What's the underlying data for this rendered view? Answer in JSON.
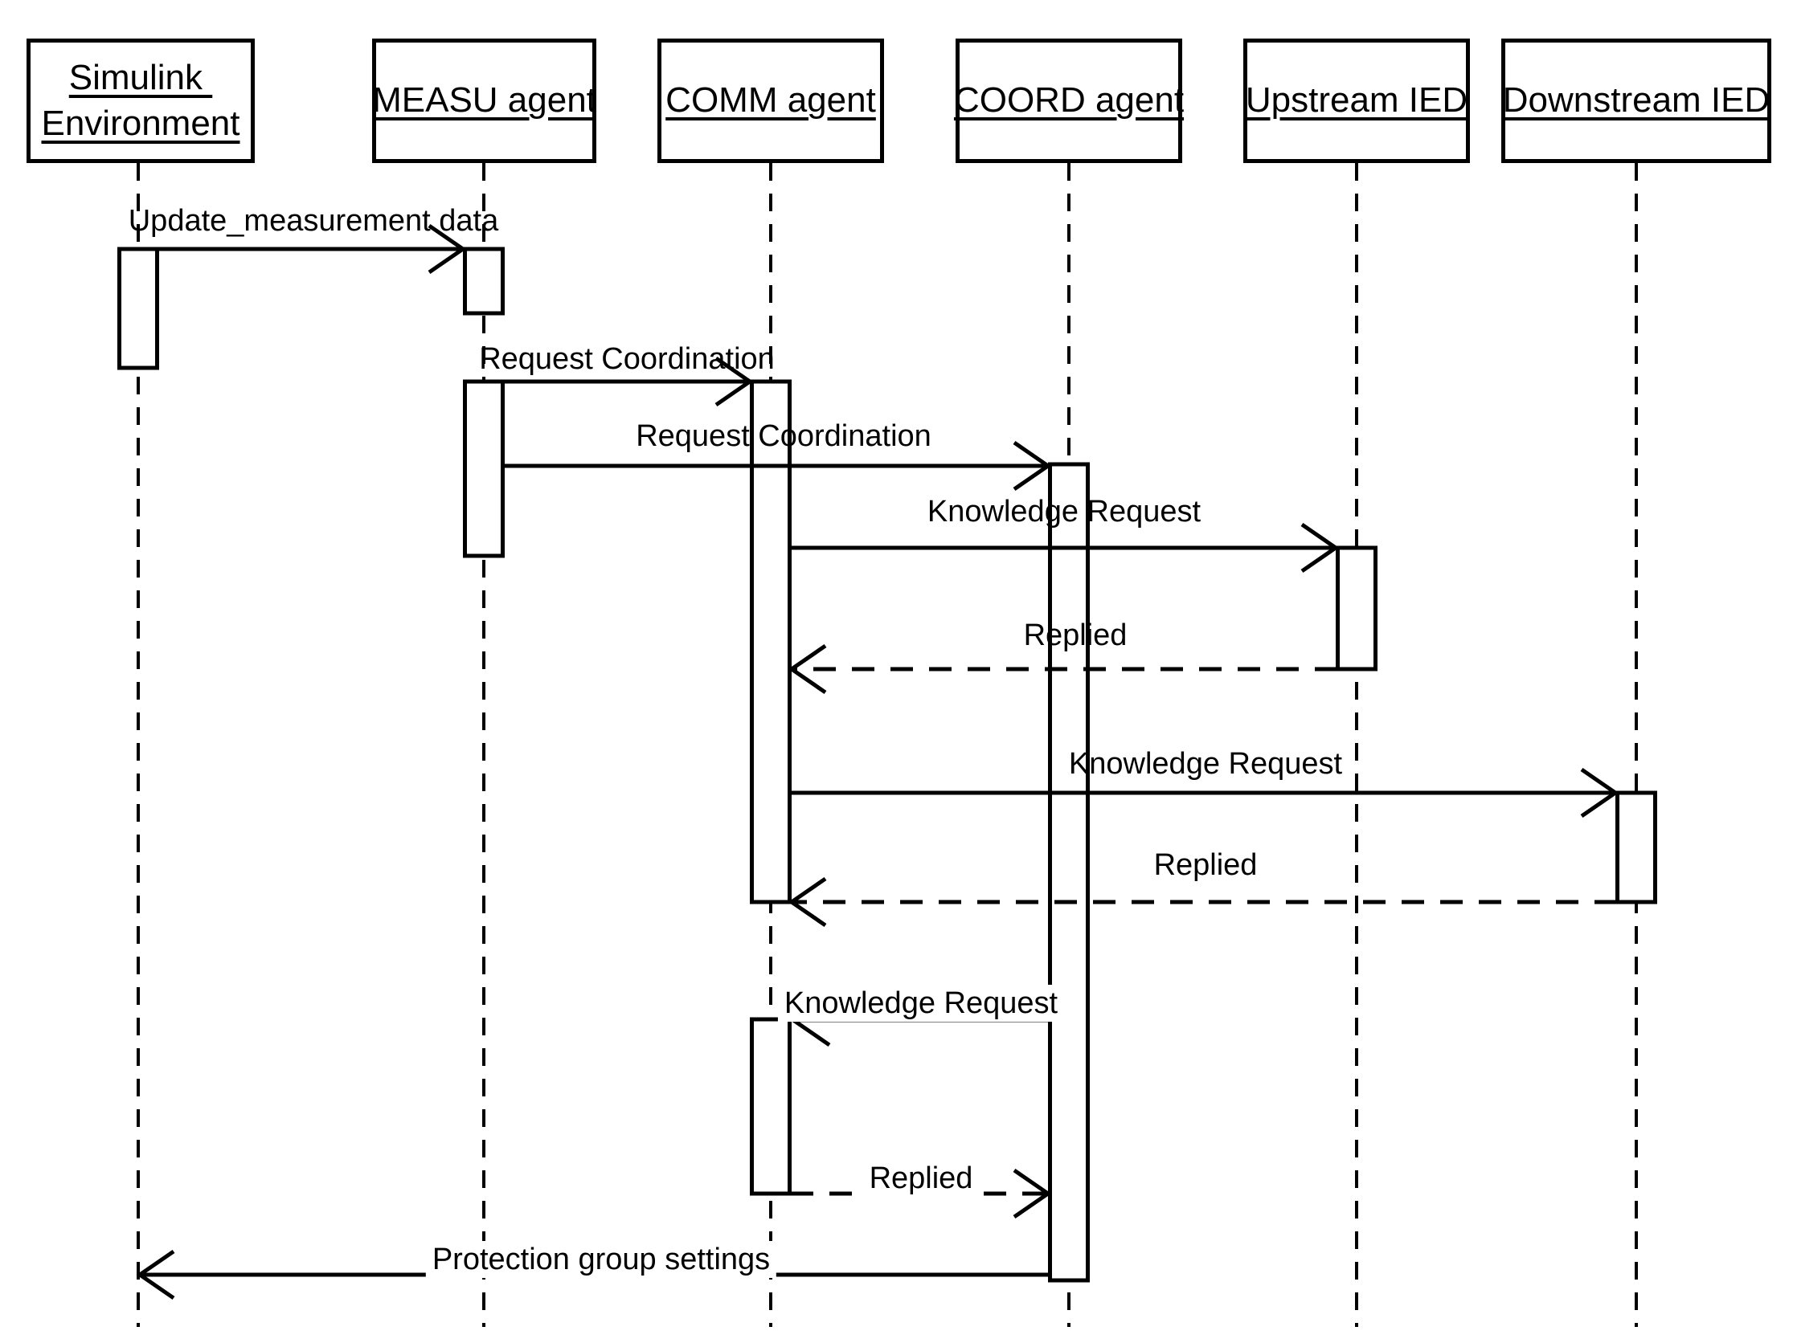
{
  "participants": [
    {
      "id": "simulink",
      "label_line1": "Simulink ",
      "label_line2": "Environment"
    },
    {
      "id": "measu",
      "label": "MEASU agent"
    },
    {
      "id": "comm",
      "label": "COMM agent"
    },
    {
      "id": "coord",
      "label": "COORD agent"
    },
    {
      "id": "upstream",
      "label": "Upstream IED"
    },
    {
      "id": "downstream",
      "label": "Downstream IED"
    }
  ],
  "messages": [
    {
      "label": "Update_measurement data",
      "from": "simulink",
      "to": "measu",
      "style": "solid"
    },
    {
      "label": "Request Coordination",
      "from": "measu",
      "to": "comm",
      "style": "solid"
    },
    {
      "label": "Request Coordination",
      "from": "measu",
      "to": "coord",
      "style": "solid"
    },
    {
      "label": "Knowledge Request",
      "from": "comm",
      "to": "upstream",
      "style": "solid"
    },
    {
      "label": "Replied",
      "from": "upstream",
      "to": "comm",
      "style": "dashed"
    },
    {
      "label": "Knowledge Request",
      "from": "comm",
      "to": "downstream",
      "style": "solid"
    },
    {
      "label": "Replied",
      "from": "downstream",
      "to": "comm",
      "style": "dashed"
    },
    {
      "label": "Knowledge Request",
      "from": "coord",
      "to": "comm",
      "style": "solid"
    },
    {
      "label": "Replied",
      "from": "comm",
      "to": "coord",
      "style": "dashed"
    },
    {
      "label": "Protection group settings",
      "from": "coord",
      "to": "simulink",
      "style": "solid"
    }
  ],
  "colors": {
    "line": "#000000",
    "background": "#ffffff"
  }
}
